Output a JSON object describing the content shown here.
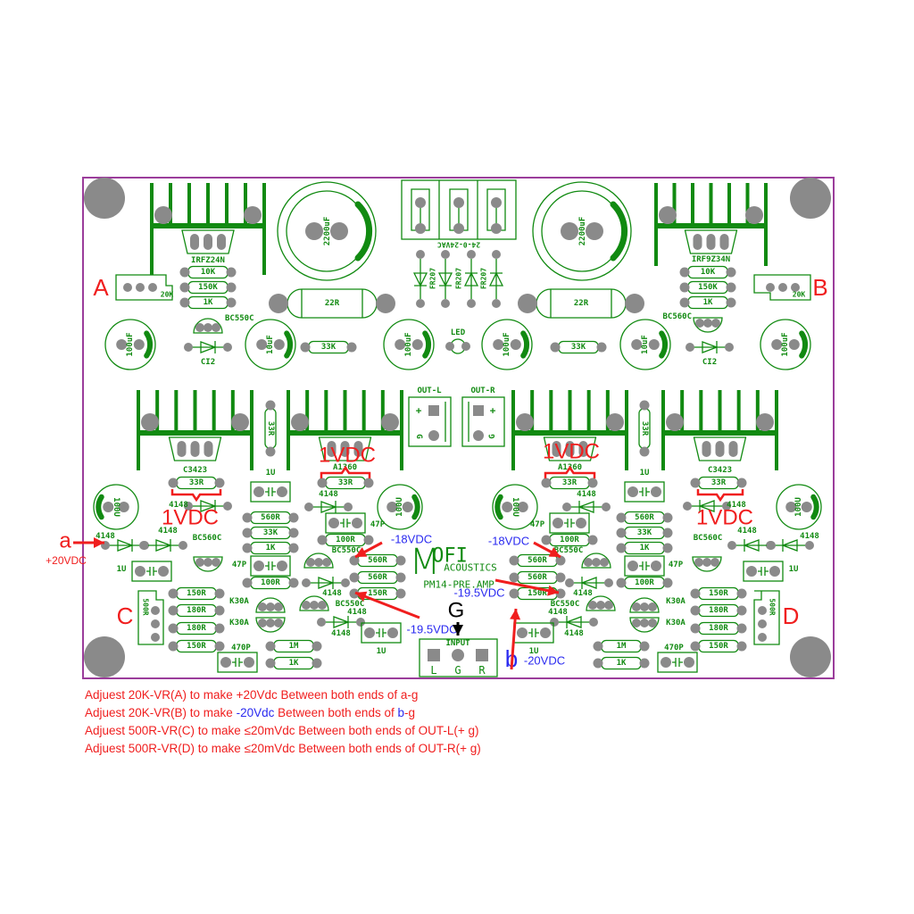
{
  "parts": {
    "irf_n": "IRFZ24N",
    "irf_p": "IRF9Z34N",
    "cap_2200": "2200uF",
    "r_22": "22R",
    "ac_input": "24-0-24VAC",
    "fr207": "FR207",
    "led": "LED",
    "c_100uf": "100uF",
    "c_10uf": "10uF",
    "r_33k": "33K",
    "r_10k": "10K",
    "r_150k": "150K",
    "r_1k": "1K",
    "bc550c": "BC550C",
    "bc560c": "BC560C",
    "ci2": "CI2",
    "pot_20k": "20K",
    "pot_500r": "500R",
    "c3423": "C3423",
    "a1360": "A1360",
    "r_33r": "33R",
    "c_1u": "1U",
    "c_100u": "100U",
    "d_4148": "4148",
    "c_47p": "47P",
    "r_560r": "560R",
    "r_100r": "100R",
    "r_150r": "150R",
    "r_180r": "180R",
    "k30a": "K30A",
    "c_470p": "470P",
    "r_1m": "1M",
    "out_l": "OUT-L",
    "out_r": "OUT-R",
    "plus": "+",
    "gnd": "G",
    "input": "INPUT",
    "in_l": "L",
    "in_g": "G",
    "in_r": "R"
  },
  "logo": {
    "m": "M",
    "ofi": "OFI",
    "acoustics": "ACOUSTICS",
    "model": "PM14-PRE.AMP"
  },
  "pots": {
    "a": "A",
    "b": "B",
    "c": "C",
    "d": "D"
  },
  "annotations": {
    "vdc1": "1VDC",
    "a": "a",
    "plus20": "+20VDC",
    "minus18": "-18VDC",
    "minus19_5": "-19.5VDC",
    "g": "G",
    "b": "b",
    "minus20": "-20VDC"
  },
  "notes": [
    {
      "pre": "Adjuest 20K-VR(A) to make +20Vdc Between both ends of a-g",
      "blue1": "",
      "mid": "",
      "blue2": "",
      "post": ""
    },
    {
      "pre": "Adjuest 20K-VR(B) to make ",
      "blue1": "-20Vdc",
      "mid": " Between both ends of ",
      "blue2": "b",
      "post": "-g"
    },
    {
      "pre": "Adjuest 500R-VR(C) to make ≤20mVdc Between both ends of OUT-L(+ g)",
      "blue1": "",
      "mid": "",
      "blue2": "",
      "post": ""
    },
    {
      "pre": "Adjuest 500R-VR(D) to make ≤20mVdc Between both ends of OUT-R(+ g)",
      "blue1": "",
      "mid": "",
      "blue2": "",
      "post": ""
    }
  ],
  "colors": {
    "trace": "#118a11",
    "pad": "#8a8a8a",
    "board_outline": "#9b3d9b",
    "annotation_red": "#f01e1e",
    "annotation_blue": "#2a2af0"
  }
}
